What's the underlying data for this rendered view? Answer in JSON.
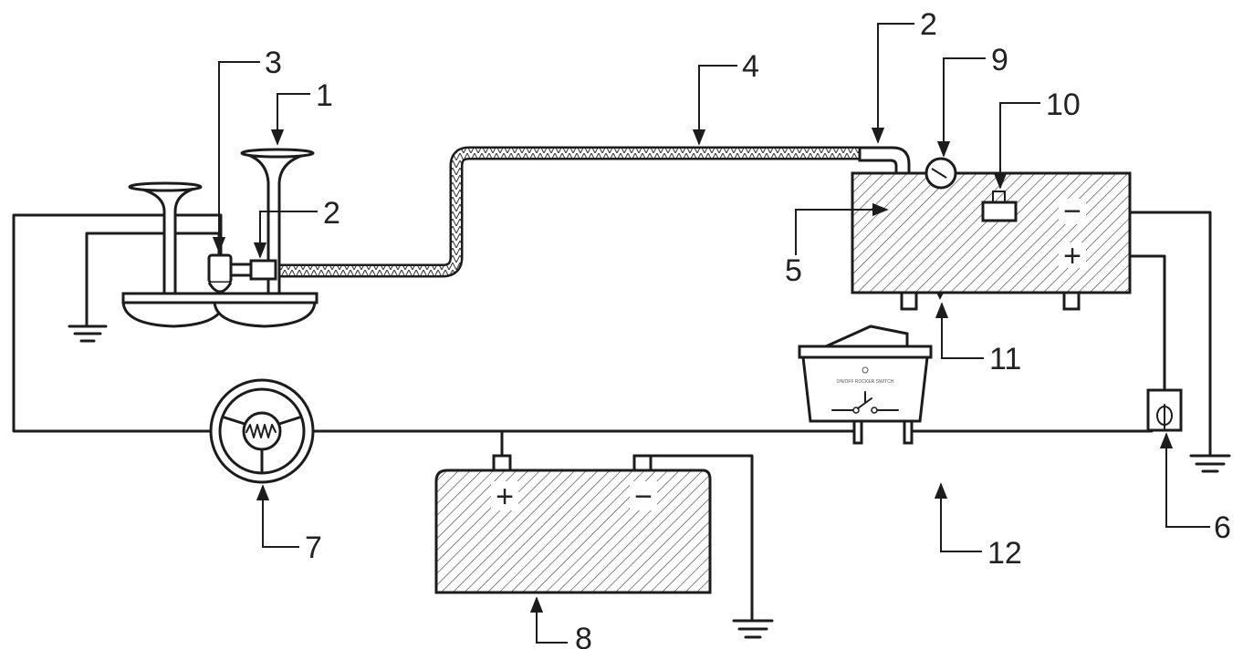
{
  "callouts": {
    "c1": "1",
    "c2a": "2",
    "c2b": "2",
    "c3": "3",
    "c4": "4",
    "c5": "5",
    "c6": "6",
    "c7": "7",
    "c8": "8",
    "c9": "9",
    "c10": "10",
    "c11": "11",
    "c12": "12"
  },
  "terminals": {
    "compressor_neg": "−",
    "compressor_pos": "+",
    "battery_pos": "+",
    "battery_neg": "−"
  },
  "switch_text": "ON/OFF ROCKER SWITCH",
  "colors": {
    "line": "#1c1c1c",
    "background": "#ffffff"
  }
}
